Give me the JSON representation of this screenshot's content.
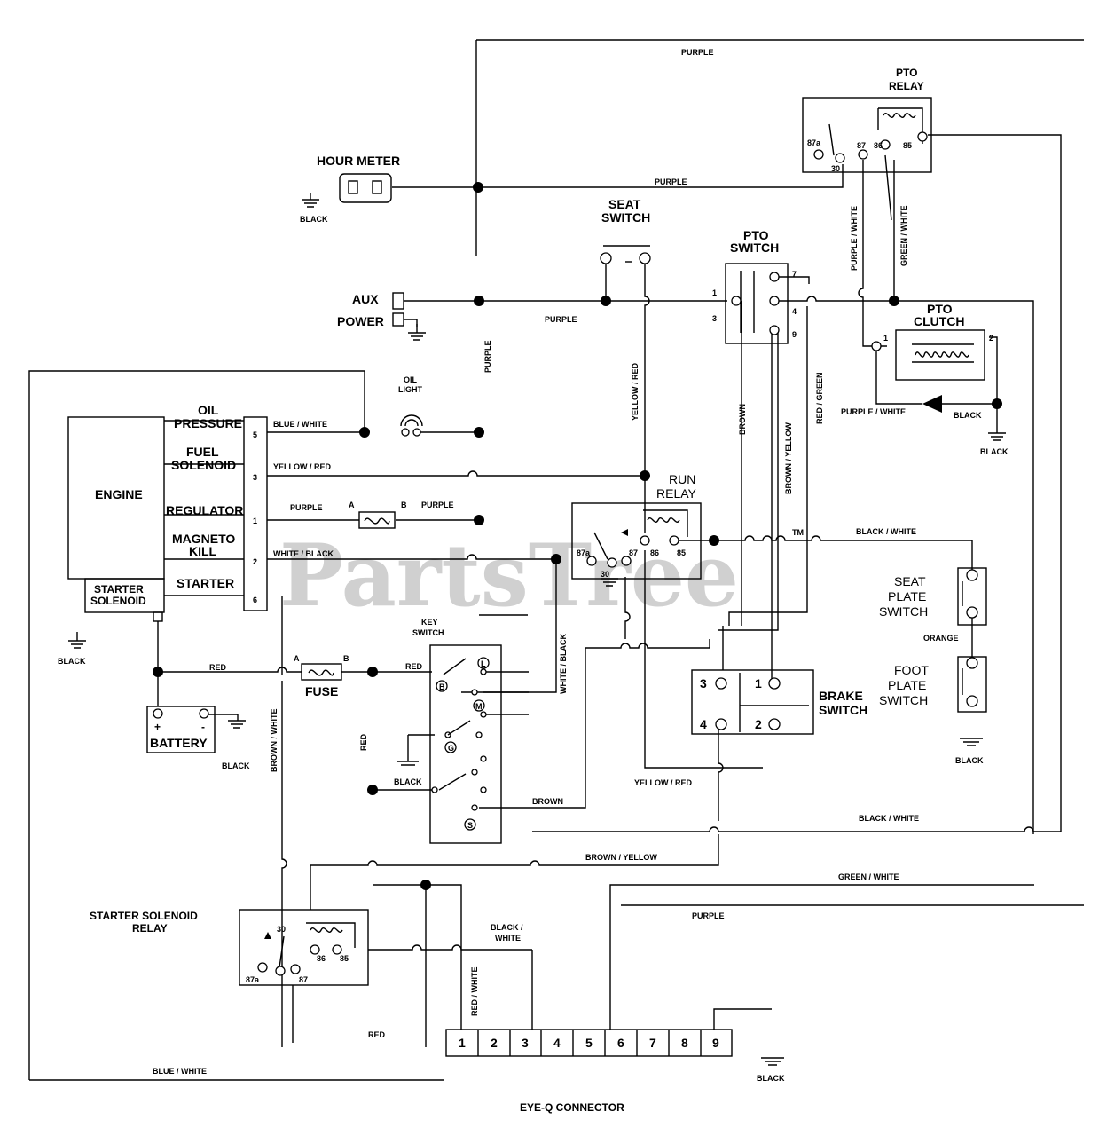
{
  "watermark": "PartsTree",
  "trademark": "TM",
  "components": {
    "hour_meter": "HOUR METER",
    "pto_relay_1": "PTO",
    "pto_relay_2": "RELAY",
    "seat_switch_1": "SEAT",
    "seat_switch_2": "SWITCH",
    "pto_switch_1": "PTO",
    "pto_switch_2": "SWITCH",
    "pto_clutch_1": "PTO",
    "pto_clutch_2": "CLUTCH",
    "aux": "AUX",
    "power": "POWER",
    "oil_light_1": "OIL",
    "oil_light_2": "LIGHT",
    "engine": "ENGINE",
    "oil_pressure_1": "OIL",
    "oil_pressure_2": "PRESSURE",
    "fuel_solenoid_1": "FUEL",
    "fuel_solenoid_2": "SOLENOID",
    "regulator": "REGULATOR",
    "magneto_kill_1": "MAGNETO",
    "magneto_kill_2": "KILL",
    "starter": "STARTER",
    "starter_solenoid_1": "STARTER",
    "starter_solenoid_2": "SOLENOID",
    "run_relay_1": "RUN",
    "run_relay_2": "RELAY",
    "key_switch_1": "KEY",
    "key_switch_2": "SWITCH",
    "fuse": "FUSE",
    "battery": "BATTERY",
    "seat_plate_1": "SEAT",
    "seat_plate_2": "PLATE",
    "seat_plate_3": "SWITCH",
    "foot_plate_1": "FOOT",
    "foot_plate_2": "PLATE",
    "foot_plate_3": "SWITCH",
    "brake_switch_1": "BRAKE",
    "brake_switch_2": "SWITCH",
    "starter_solenoid_relay_1": "STARTER SOLENOID",
    "starter_solenoid_relay_2": "RELAY",
    "eyeq_connector": "EYE-Q CONNECTOR"
  },
  "wires": {
    "purple": "PURPLE",
    "black": "BLACK",
    "red": "RED",
    "brown": "BROWN",
    "orange": "ORANGE",
    "blue_white": "BLUE / WHITE",
    "yellow_red": "YELLOW / RED",
    "white_black": "WHITE / BLACK",
    "purple_white": "PURPLE / WHITE",
    "green_white": "GREEN / WHITE",
    "brown_yellow": "BROWN / YELLOW",
    "red_green": "RED / GREEN",
    "black_white": "BLACK / WHITE",
    "brown_white": "BROWN / WHITE",
    "red_white": "RED / WHITE",
    "black_white_1": "BLACK /",
    "black_white_2": "WHITE"
  },
  "pins": {
    "engine": [
      "5",
      "3",
      "1",
      "2",
      "6"
    ],
    "pto_relay": [
      "87a",
      "30",
      "87",
      "86",
      "85"
    ],
    "run_relay": [
      "87a",
      "30",
      "87",
      "86",
      "85"
    ],
    "ssr": [
      "30",
      "87a",
      "87",
      "86",
      "85"
    ],
    "pto_switch": [
      "1",
      "3",
      "7",
      "4",
      "9"
    ],
    "pto_clutch": [
      "1",
      "2"
    ],
    "fuse": [
      "A",
      "B"
    ],
    "fuse_reg": [
      "A",
      "B"
    ],
    "battery": [
      "+",
      "-"
    ],
    "key": [
      "L",
      "B",
      "M",
      "G",
      "S"
    ],
    "brake": [
      "3",
      "1",
      "4",
      "2"
    ],
    "eyeq": [
      "1",
      "2",
      "3",
      "4",
      "5",
      "6",
      "7",
      "8",
      "9"
    ]
  }
}
